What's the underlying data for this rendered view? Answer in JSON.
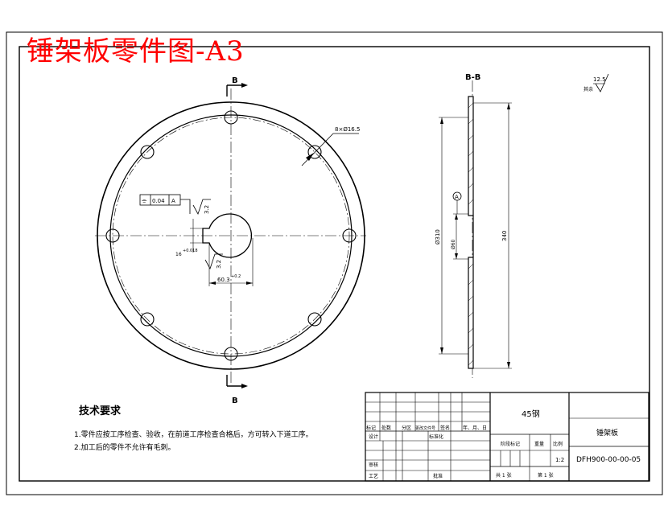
{
  "drawing_title": "锤架板零件图-A3",
  "views": {
    "front": {
      "section_mark_top": "B",
      "section_mark_bottom": "B",
      "hole_callout": "8×Ø16.5",
      "tolerance_frame": [
        "⌯",
        "0.04",
        "A"
      ],
      "roughness_1": "3.2",
      "roughness_2": "3.2",
      "keyway_dim": "16",
      "keyway_tol": "+0.018",
      "bore_dim": "60.3",
      "bore_tol": "+0.2"
    },
    "section": {
      "label": "B-B",
      "datum": "A",
      "dim_outer": "Ø310",
      "dim_bore": "Ø60",
      "dim_total": "340"
    },
    "surface_note": {
      "value": "12.5",
      "prefix": "其余"
    }
  },
  "technical_requirements": {
    "title": "技术要求",
    "items": [
      "1.零件应按工序检查、验收，在前道工序检查合格后，方可转入下道工序。",
      "2.加工后的零件不允许有毛刺。"
    ]
  },
  "title_block": {
    "material": "45钢",
    "part_name": "锤架板",
    "drawing_no": "DFH900-00-00-05",
    "header_row": [
      "标记",
      "处数",
      "分区",
      "更改文件号",
      "签名",
      "年、月、日"
    ],
    "design": "设计",
    "standardize": "标准化",
    "review": "审核",
    "process": "工艺",
    "approve": "批准",
    "stage_mark": "阶段标记",
    "weight": "重量",
    "scale": "比例",
    "scale_value": "1:2",
    "sheets_total": "共 1 张",
    "sheet_no": "第 1 张"
  }
}
